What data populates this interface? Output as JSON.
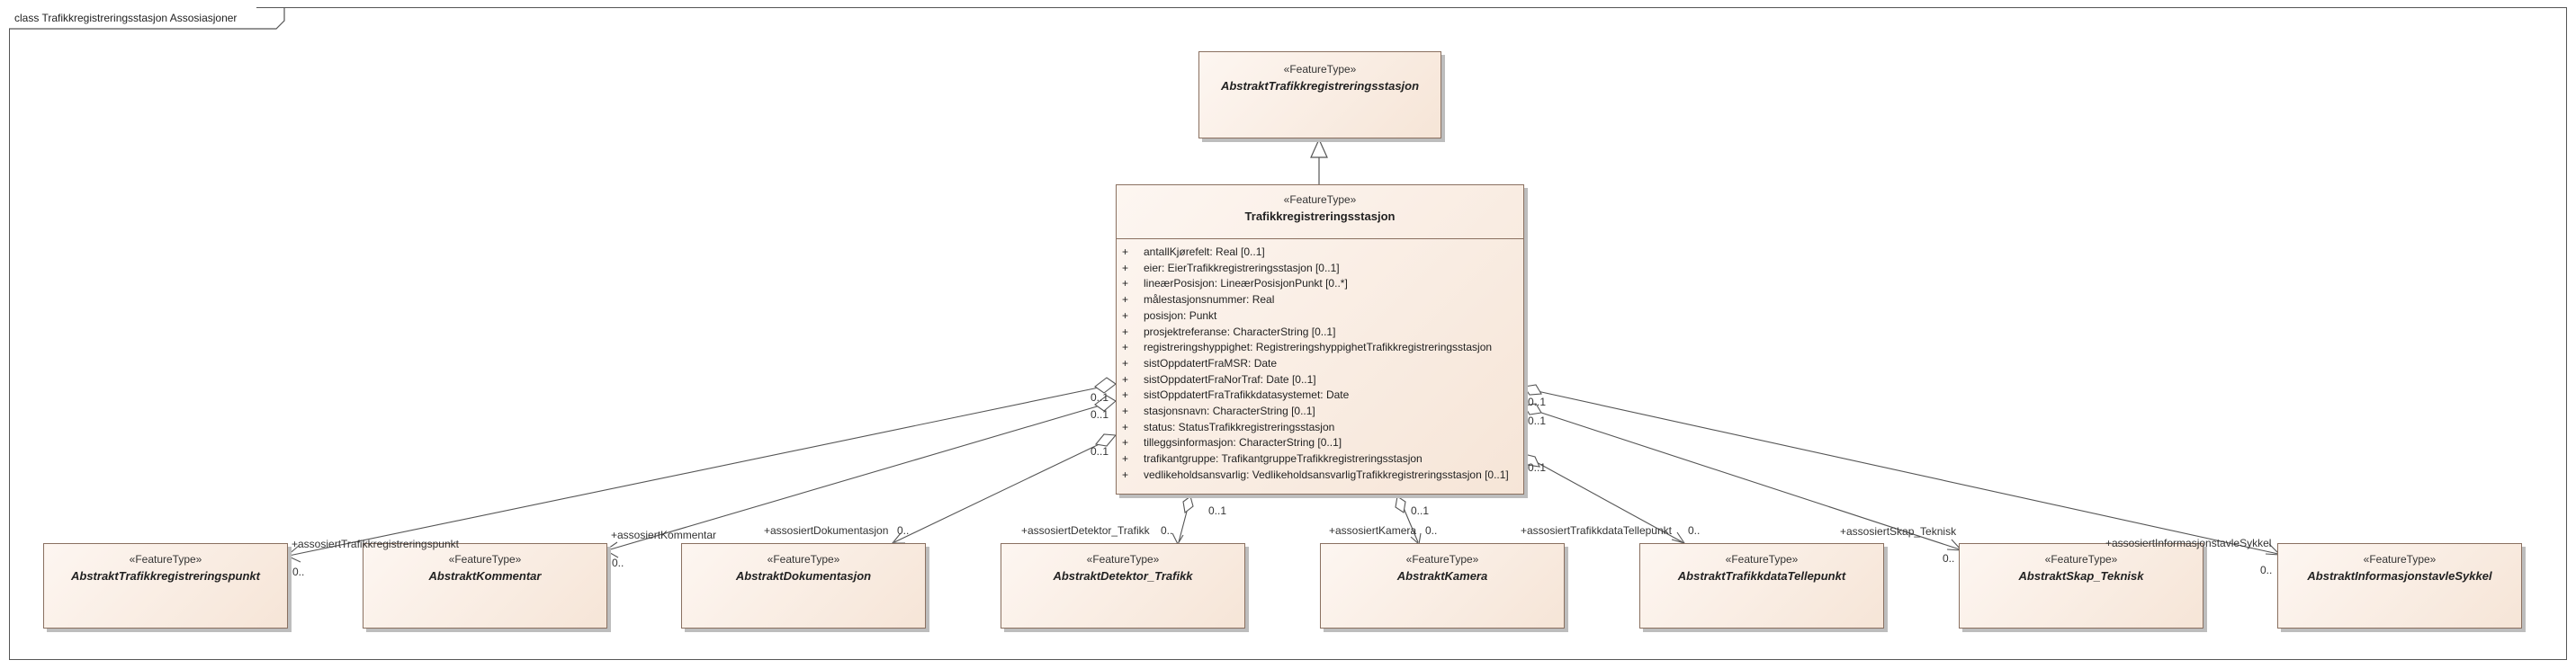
{
  "diagram": {
    "frame_title": "class Trafikkregistreringsstasjon Assosiasjoner"
  },
  "classes": {
    "parent": {
      "stereotype": "«FeatureType»",
      "name": "AbstraktTrafikkregistreringsstasjon"
    },
    "main": {
      "stereotype": "«FeatureType»",
      "name": "Trafikkregistreringsstasjon",
      "attributes": [
        {
          "vis": "+",
          "text": "antallKjørefelt: Real [0..1]"
        },
        {
          "vis": "+",
          "text": "eier: EierTrafikkregistreringsstasjon [0..1]"
        },
        {
          "vis": "+",
          "text": "lineærPosisjon: LineærPosisjonPunkt [0..*]"
        },
        {
          "vis": "+",
          "text": "målestasjonsnummer: Real"
        },
        {
          "vis": "+",
          "text": "posisjon: Punkt"
        },
        {
          "vis": "+",
          "text": "prosjektreferanse: CharacterString [0..1]"
        },
        {
          "vis": "+",
          "text": "registreringshyppighet: RegistreringshyppighetTrafikkregistreringsstasjon"
        },
        {
          "vis": "+",
          "text": "sistOppdatertFraMSR: Date"
        },
        {
          "vis": "+",
          "text": "sistOppdatertFraNorTraf: Date [0..1]"
        },
        {
          "vis": "+",
          "text": "sistOppdatertFraTrafikkdatasystemet: Date"
        },
        {
          "vis": "+",
          "text": "stasjonsnavn: CharacterString [0..1]"
        },
        {
          "vis": "+",
          "text": "status: StatusTrafikkregistreringsstasjon"
        },
        {
          "vis": "+",
          "text": "tilleggsinformasjon: CharacterString [0..1]"
        },
        {
          "vis": "+",
          "text": "trafikantgruppe: TrafikantgruppeTrafikkregistreringsstasjon"
        },
        {
          "vis": "+",
          "text": "vedlikeholdsansvarlig: VedlikeholdsansvarligTrafikkregistreringsstasjon [0..1]"
        }
      ]
    },
    "targets": [
      {
        "stereotype": "«FeatureType»",
        "name": "AbstraktTrafikkregistreringspunkt"
      },
      {
        "stereotype": "«FeatureType»",
        "name": "AbstraktKommentar"
      },
      {
        "stereotype": "«FeatureType»",
        "name": "AbstraktDokumentasjon"
      },
      {
        "stereotype": "«FeatureType»",
        "name": "AbstraktDetektor_Trafikk"
      },
      {
        "stereotype": "«FeatureType»",
        "name": "AbstraktKamera"
      },
      {
        "stereotype": "«FeatureType»",
        "name": "AbstraktTrafikkdataTellepunkt"
      },
      {
        "stereotype": "«FeatureType»",
        "name": "AbstraktSkap_Teknisk"
      },
      {
        "stereotype": "«FeatureType»",
        "name": "AbstraktInformasjonstavleSykkel"
      }
    ]
  },
  "associations": [
    {
      "role": "+assosiertTrafikkregistreringspunkt",
      "source_mult": "0..1",
      "target_mult": "0.."
    },
    {
      "role": "+assosiertKommentar",
      "source_mult": "0..1",
      "target_mult": "0.."
    },
    {
      "role": "+assosiertDokumentasjon",
      "source_mult": "0..1",
      "target_mult": "0.."
    },
    {
      "role": "+assosiertDetektor_Trafikk",
      "source_mult": "0..1",
      "target_mult": "0.."
    },
    {
      "role": "+assosiertKamera",
      "source_mult": "0..1",
      "target_mult": "0.."
    },
    {
      "role": "+assosiertTrafikkdataTellepunkt",
      "source_mult": "0..1",
      "target_mult": "0.."
    },
    {
      "role": "+assosiertSkap_Teknisk",
      "source_mult": "0..1",
      "target_mult": "0.."
    },
    {
      "role": "+assosiertInformasjonstavleSykkel",
      "source_mult": "0..1",
      "target_mult": "0.."
    }
  ]
}
